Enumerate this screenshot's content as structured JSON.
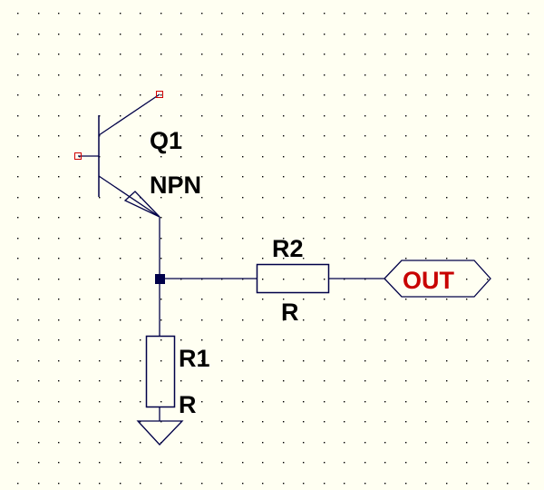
{
  "schematic": {
    "background_color": "#fffff2",
    "wire_color": "#000048",
    "pin_color": "#d00000",
    "net_label_color": "#c80000",
    "components": {
      "q1": {
        "ref": "Q1",
        "value": "NPN",
        "type": "npn-transistor"
      },
      "r1": {
        "ref": "R1",
        "value": "R",
        "type": "resistor"
      },
      "r2": {
        "ref": "R2",
        "value": "R",
        "type": "resistor"
      },
      "gnd": {
        "type": "ground"
      }
    },
    "net_labels": {
      "out": "OUT"
    }
  }
}
